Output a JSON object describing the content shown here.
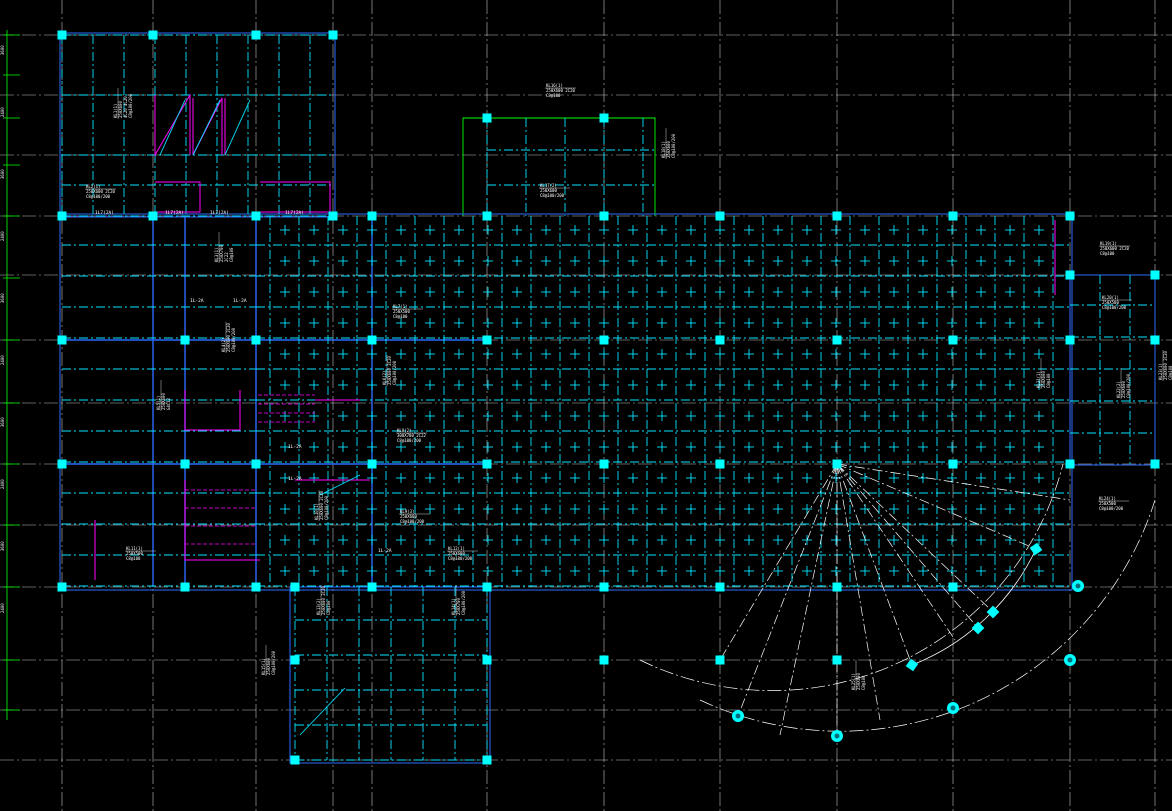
{
  "drawing": {
    "colors": {
      "background": "#000000",
      "axis": "#ffffff",
      "beam": "#00e5ff",
      "column": "#00ffff",
      "slab_edge": "#2b6bff",
      "stair": "#ff00ff",
      "dimension": "#00ff00",
      "text": "#ffffff"
    },
    "beam_labels": [
      "1L7(2A)",
      "1L7(2A)",
      "1L7(2A)",
      "1L7(2A)",
      "1L-2A",
      "1L-2A",
      "1L-2A",
      "1L-2A",
      "1L-2A"
    ],
    "notes": [
      {
        "lines": [
          "KL1(1)",
          "250X600",
          "4C20 4C20",
          "C8@100/200"
        ]
      },
      {
        "lines": [
          "KL2(1)",
          "250X600 2C20",
          "C8@100/200"
        ]
      },
      {
        "lines": [
          "KL3(1)",
          "250X700",
          "2C22",
          "C8@100"
        ]
      },
      {
        "lines": [
          "KL4(2)",
          "250X600 2C20",
          "C8@100/200"
        ]
      },
      {
        "lines": [
          "KL5(1)",
          "250X600",
          "G4C12"
        ]
      },
      {
        "lines": [
          "KL6(2)",
          "250X600 2C20",
          "C8@100/200"
        ]
      },
      {
        "lines": [
          "KL7(1)",
          "250X500",
          "C8@100"
        ]
      },
      {
        "lines": [
          "KL8(2)",
          "300X700 2C22",
          "C8@100/200"
        ]
      },
      {
        "lines": [
          "KL9(3)",
          "250X600",
          "C8@100/200"
        ]
      },
      {
        "lines": [
          "KL10(1)",
          "250X600 2C20",
          "C8@100/200"
        ]
      },
      {
        "lines": [
          "KL11(1)",
          "250X500",
          "C8@100"
        ]
      },
      {
        "lines": [
          "KL12(1)",
          "250X600",
          "C8@100/200"
        ]
      },
      {
        "lines": [
          "KL13(2)",
          "250X600 2C20",
          "C8@100"
        ]
      },
      {
        "lines": [
          "KL14(1)",
          "250X700",
          "C8@100/200"
        ]
      },
      {
        "lines": [
          "KL15(1)",
          "250X600",
          "C8@100/200"
        ]
      },
      {
        "lines": [
          "KL16(1)",
          "250X600 2C20",
          "C8@100"
        ]
      },
      {
        "lines": [
          "KL17(2)",
          "250X600",
          "C8@100/200"
        ]
      },
      {
        "lines": [
          "KL18(1)",
          "250X600",
          "C8@100/200"
        ]
      },
      {
        "lines": [
          "KL19(1)",
          "250X600 2C20",
          "C8@100"
        ]
      },
      {
        "lines": [
          "KL20(1)",
          "250X500",
          "C8@100/200"
        ]
      },
      {
        "lines": [
          "KL21(1)",
          "250X600",
          "C8@100"
        ]
      },
      {
        "lines": [
          "KL22(2)",
          "250X600",
          "C8@100/200"
        ]
      },
      {
        "lines": [
          "KL23(1)",
          "250X600 2C20",
          "C8@100"
        ]
      },
      {
        "lines": [
          "KL24(1)",
          "250X500",
          "C8@100/200"
        ]
      },
      {
        "lines": [
          "KL25(1)",
          "250X600",
          "C8@100"
        ]
      }
    ],
    "dimension_labels": [
      "3600",
      "2400",
      "3600",
      "2400",
      "3600",
      "2400",
      "3600",
      "2400",
      "3600",
      "2400"
    ]
  }
}
